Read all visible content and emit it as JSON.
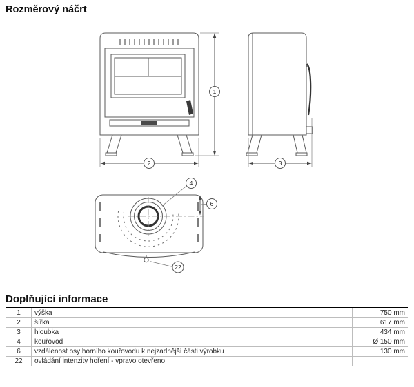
{
  "page": {
    "title": "Rozměrový náčrt"
  },
  "drawing": {
    "callouts": {
      "c1": "1",
      "c2": "2",
      "c3": "3",
      "c4": "4",
      "c6": "6",
      "c22": "22"
    }
  },
  "info": {
    "title": "Doplňující informace",
    "rows": [
      {
        "num": "1",
        "desc": "výška",
        "value": "750 mm"
      },
      {
        "num": "2",
        "desc": "šířka",
        "value": "617 mm"
      },
      {
        "num": "3",
        "desc": "hloubka",
        "value": "434 mm"
      },
      {
        "num": "4",
        "desc": "kouřovod",
        "value": "Ø 150 mm"
      },
      {
        "num": "6",
        "desc": "vzdálenost osy horního kouřovodu k nejzadnější části výrobku",
        "value": "130 mm"
      },
      {
        "num": "22",
        "desc": "ovládání intenzity hoření - vpravo otevřeno",
        "value": ""
      }
    ]
  }
}
